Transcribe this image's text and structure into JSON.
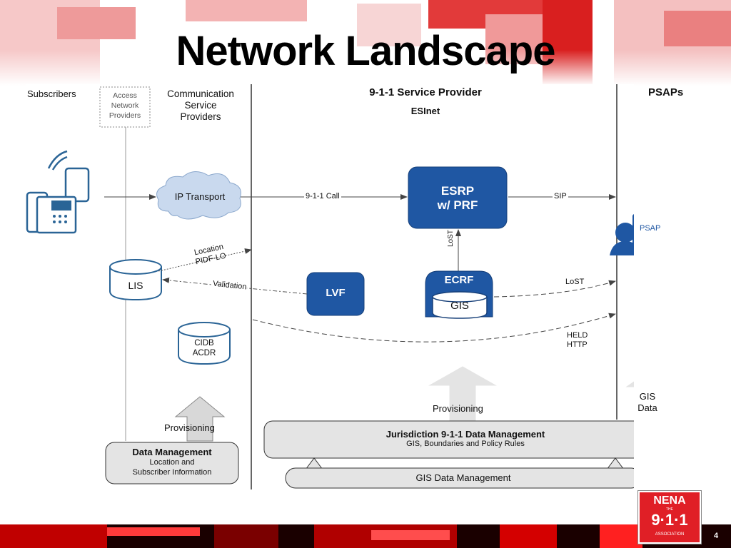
{
  "slide": {
    "title": "Network Landscape",
    "page_number": "4"
  },
  "logo": {
    "name": "NENA",
    "the": "THE",
    "number": "9·1·1",
    "association": "ASSOCIATION"
  },
  "columns": {
    "subscribers": "Subscribers",
    "access_network": [
      "Access",
      "Network",
      "Providers"
    ],
    "csp": [
      "Communication",
      "Service",
      "Providers"
    ],
    "service_provider": "9-1-1 Service Provider",
    "esinet": "ESInet",
    "psaps": "PSAPs"
  },
  "nodes": {
    "ip_transport": "IP Transport",
    "esrp": [
      "ESRP",
      "w/ PRF"
    ],
    "psap": "PSAP",
    "lis": "LIS",
    "lvf": "LVF",
    "ecrf": "ECRF",
    "gis": "GIS",
    "cidb": [
      "CIDB",
      "ACDR"
    ],
    "data_management": {
      "title": "Data Management",
      "sub": [
        "Location and",
        "Subscriber Information"
      ]
    },
    "jurisdiction": {
      "title": "Jurisdiction 9-1-1 Data Management",
      "sub": "GIS, Boundaries and Policy Rules"
    },
    "gis_data_management": "GIS Data Management"
  },
  "flows": {
    "call": "9-1-1 Call",
    "sip": "SIP",
    "lost_vertical": "LoST",
    "location": [
      "Location",
      "PIDF-LO"
    ],
    "validation": "Validation",
    "lost_psap": "LoST",
    "held": [
      "HELD",
      "HTTP"
    ],
    "provisioning_left": "Provisioning",
    "provisioning_center": "Provisioning",
    "gis_data": [
      "GIS",
      "Data"
    ]
  },
  "colors": {
    "node_blue": "#1f57a3",
    "outline_blue": "#2a6496",
    "cloud_fill": "#c9d9ee",
    "box_gray": "#e4e4e4",
    "brand_red": "#e01f26"
  }
}
